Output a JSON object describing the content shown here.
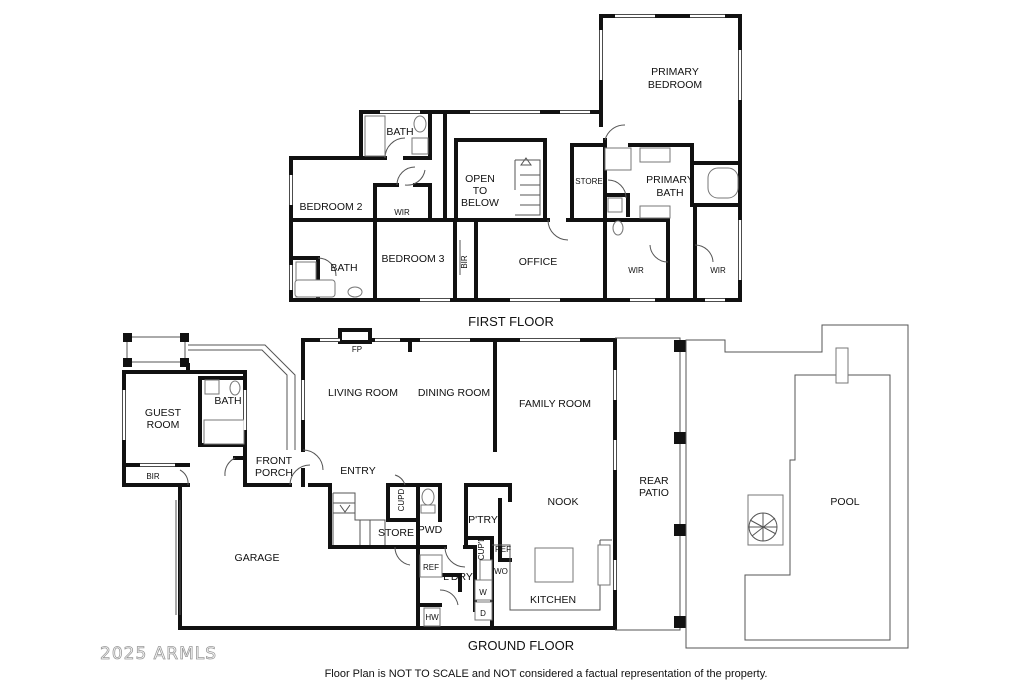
{
  "first_floor": {
    "title": "FIRST FLOOR",
    "rooms": {
      "primary_bedroom": [
        "PRIMARY",
        "BEDROOM"
      ],
      "bath_upper": "BATH",
      "open_to_below": [
        "OPEN",
        "TO",
        "BELOW"
      ],
      "store": "STORE",
      "primary_bath": [
        "PRIMARY",
        "BATH"
      ],
      "bedroom2": "BEDROOM 2",
      "wir_bed2": "WIR",
      "bedroom3": "BEDROOM 3",
      "bath_bed3": "BATH",
      "bir": "BIR",
      "office": "OFFICE",
      "wir_left": "WIR",
      "wir_right": "WIR"
    }
  },
  "ground_floor": {
    "title": "GROUND FLOOR",
    "rooms": {
      "living_room": "LIVING ROOM",
      "dining_room": "DINING ROOM",
      "family_room": "FAMILY ROOM",
      "fp": "FP",
      "guest_room": [
        "GUEST",
        "ROOM"
      ],
      "guest_bath": "BATH",
      "guest_bir": "BIR",
      "front_porch": [
        "FRONT",
        "PORCH"
      ],
      "entry": "ENTRY",
      "cupd1": "CUPD",
      "pwd": "PWD",
      "store": "STORE",
      "ptry": "P'TRY",
      "nook": "NOOK",
      "rear_patio": [
        "REAR",
        "PATIO"
      ],
      "garage": "GARAGE",
      "ref_laundry": "REF",
      "ldry": "L'DRY",
      "cupd2": "CUP'D",
      "ref_kitchen": "REF",
      "wo": "WO",
      "w": "W",
      "d": "D",
      "hw": "HW",
      "kitchen": "KITCHEN",
      "pool": "POOL"
    }
  },
  "watermark": "2025 ARMLS",
  "disclaimer": "Floor Plan is NOT TO SCALE and NOT considered a factual representation of the property."
}
